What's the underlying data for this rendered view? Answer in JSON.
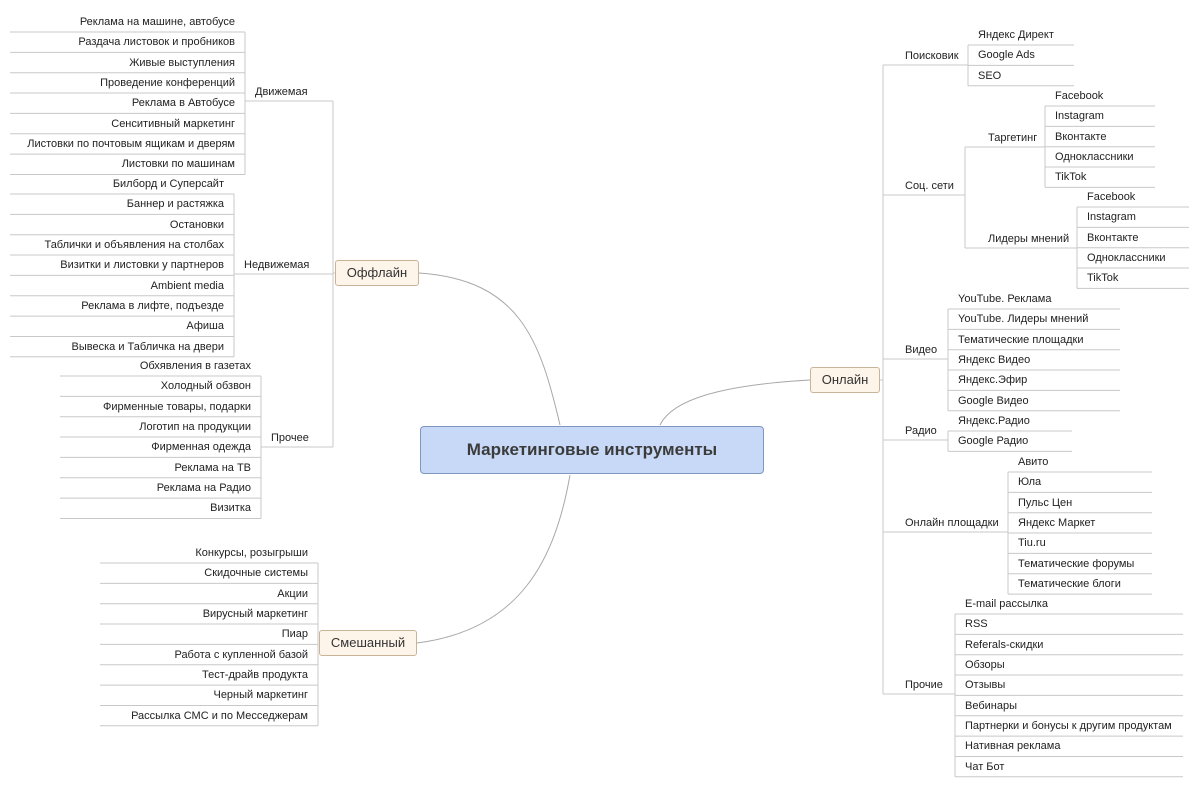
{
  "root": {
    "label": "Маркетинговые инструменты"
  },
  "colors": {
    "line": "#c8c8c8",
    "connector": "#a8a8a8",
    "root_fill": "#c7d9f6",
    "main_fill": "#fdf4ea"
  },
  "branches": {
    "offline": {
      "label": "Оффлайн",
      "groups": [
        {
          "label": "Движемая",
          "items": [
            "Реклама на машине, автобусе",
            "Раздача листовок и пробников",
            "Живые выступления",
            "Проведение конференций",
            "Реклама в Автобусе",
            "Сенситивный маркетинг",
            "Листовки по почтовым ящикам и дверям",
            "Листовки по машинам"
          ]
        },
        {
          "label": "Недвижемая",
          "items": [
            "Билборд и Суперсайт",
            "Баннер и растяжка",
            "Остановки",
            "Таблички и объявления на столбах",
            "Визитки и листовки у партнеров",
            "Ambient media",
            "Реклама в лифте, подъезде",
            "Афиша",
            "Вывеска и Табличка на двери"
          ]
        },
        {
          "label": "Прочее",
          "items": [
            "Обхявления в газетах",
            "Холодный обзвон",
            "Фирменные товары, подарки",
            "Логотип на продукции",
            "Фирменная одежда",
            "Реклама на ТВ",
            "Реклама на Радио",
            "Визитка"
          ]
        }
      ]
    },
    "mixed": {
      "label": "Смешанный",
      "items": [
        "Конкурсы, розыгрыши",
        "Скидочные системы",
        "Акции",
        "Вирусный маркетинг",
        "Пиар",
        "Работа с купленной базой",
        "Тест-драйв продукта",
        "Черный маркетинг",
        "Рассылка СМС и по Месседжерам"
      ]
    },
    "online": {
      "label": "Онлайн",
      "groups": [
        {
          "label": "Поисковик",
          "items": [
            "Яндекс Директ",
            "Google Ads",
            "SEO"
          ]
        },
        {
          "label": "Соц. сети",
          "subgroups": [
            {
              "label": "Таргетинг",
              "items": [
                "Facebook",
                "Instagram",
                "Вконтакте",
                "Одноклассники",
                "TikTok"
              ]
            },
            {
              "label": "Лидеры мнений",
              "items": [
                "Facebook",
                "Instagram",
                "Вконтакте",
                "Одноклассники",
                "TikTok"
              ]
            }
          ]
        },
        {
          "label": "Видео",
          "items": [
            "YouTube. Реклама",
            "YouTube. Лидеры мнений",
            "Тематические площадки",
            "Яндекс Видео",
            "Яндекс.Эфир",
            "Google Видео"
          ]
        },
        {
          "label": "Радио",
          "items": [
            "Яндекс.Радио",
            "Google Радио"
          ]
        },
        {
          "label": "Онлайн площадки",
          "items": [
            "Авито",
            "Юла",
            "Пульс Цен",
            "Яндекс Маркет",
            "Tiu.ru",
            "Тематические форумы",
            "Тематические блоги"
          ]
        },
        {
          "label": "Прочие",
          "items": [
            "E-mail  рассылка",
            "RSS",
            "Referals-скидки",
            "Обзоры",
            "Отзывы",
            "Вебинары",
            "Партнерки и бонусы к другим продуктам",
            "Нативная реклама",
            "Чат Бот"
          ]
        }
      ]
    }
  }
}
